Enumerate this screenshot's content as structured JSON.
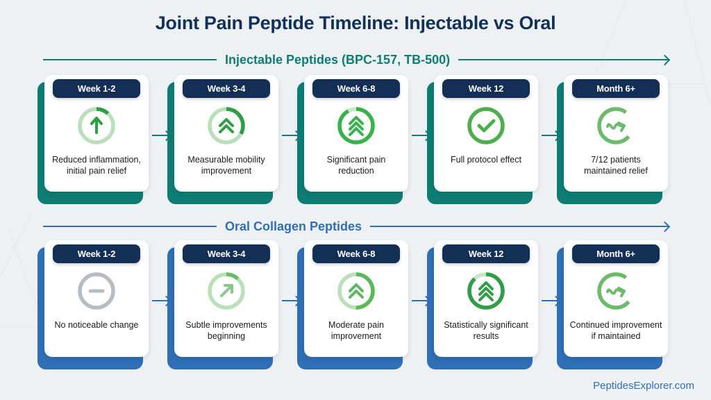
{
  "title": "Joint Pain Peptide Timeline: Injectable vs Oral",
  "footer": "PeptidesExplorer.com",
  "colors": {
    "background": "#eef1f4",
    "title": "#12305c",
    "badge_bg": "#132f55",
    "injectable_accent": "#0d7d74",
    "oral_accent": "#2f6fb5",
    "ring_track": "#b9e0b9",
    "ring_fill_dark": "#2f9e44",
    "ring_fill_mid": "#5cb85c",
    "ring_gray": "#b6bcc2",
    "icon_green": "#2f9e44",
    "icon_light_green": "#86c88a"
  },
  "sections": [
    {
      "id": "injectable",
      "label": "Injectable Peptides (BPC-157, TB-500)",
      "accent": "#0d7d74",
      "steps": [
        {
          "badge": "Week 1-2",
          "desc": "Reduced inflammation, initial pain relief",
          "icon": "arrow-up-icon",
          "ring_percent": 12,
          "ring_track": "#b9e0b9",
          "ring_fill": "#2f9e44",
          "icon_color": "#2f9e44"
        },
        {
          "badge": "Week 3-4",
          "desc": "Measurable mobility improvement",
          "icon": "double-chevron-up-icon",
          "ring_percent": 33,
          "ring_track": "#b9e0b9",
          "ring_fill": "#2f9e44",
          "icon_color": "#2f9e44"
        },
        {
          "badge": "Week 6-8",
          "desc": "Significant pain reduction",
          "icon": "triple-chevron-up-icon",
          "ring_percent": 92,
          "ring_track": "#c6e8c6",
          "ring_fill": "#38b24a",
          "icon_color": "#38b24a"
        },
        {
          "badge": "Week 12",
          "desc": "Full protocol effect",
          "icon": "check-circle-icon",
          "ring_percent": 100,
          "ring_track": "#4cae4c",
          "ring_fill": "#4cae4c",
          "icon_color": "#4cae4c"
        },
        {
          "badge": "Month 6+",
          "desc": "7/12 patients maintained relief",
          "icon": "refresh-wave-icon",
          "ring_percent": 78,
          "ring_track": "#6cbb6c",
          "ring_fill": "#6cbb6c",
          "icon_color": "#6cbb6c"
        }
      ]
    },
    {
      "id": "oral",
      "label": "Oral Collagen Peptides",
      "accent": "#2f6fb5",
      "steps": [
        {
          "badge": "Week 1-2",
          "desc": "No noticeable change",
          "icon": "minus-circle-icon",
          "ring_percent": 0,
          "ring_track": "#b6bcc2",
          "ring_fill": "#b6bcc2",
          "icon_color": "#b6bcc2"
        },
        {
          "badge": "Week 3-4",
          "desc": "Subtle improvements beginning",
          "icon": "arrow-diagonal-up-icon",
          "ring_percent": 12,
          "ring_track": "#b9e0b9",
          "ring_fill": "#6cbb6c",
          "icon_color": "#86c88a"
        },
        {
          "badge": "Week 6-8",
          "desc": "Moderate pain improvement",
          "icon": "double-chevron-up-icon",
          "ring_percent": 50,
          "ring_track": "#b9e0b9",
          "ring_fill": "#5cb85c",
          "icon_color": "#5cb85c"
        },
        {
          "badge": "Week 12",
          "desc": "Statistically significant results",
          "icon": "triple-chevron-up-icon",
          "ring_percent": 88,
          "ring_track": "#c6e8c6",
          "ring_fill": "#2f9e44",
          "icon_color": "#2f9e44"
        },
        {
          "badge": "Month 6+",
          "desc": "Continued improvement if maintained",
          "icon": "refresh-wave-icon",
          "ring_percent": 78,
          "ring_track": "#6cbb6c",
          "ring_fill": "#6cbb6c",
          "icon_color": "#6cbb6c"
        }
      ]
    }
  ]
}
